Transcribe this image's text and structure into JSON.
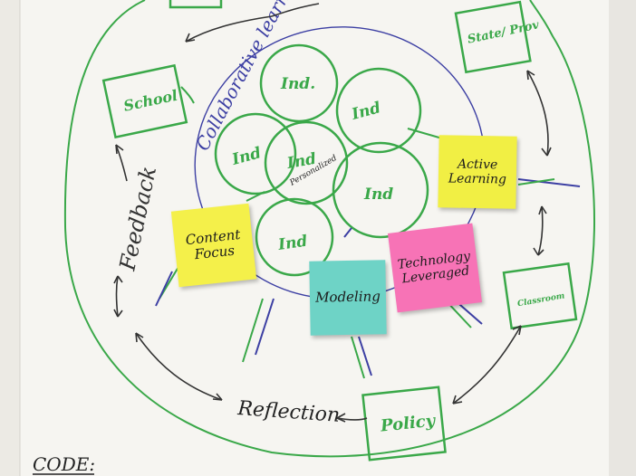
{
  "scene": {
    "description_colors": {
      "paper": "#f5f4f0",
      "green_marker": "#3aa849",
      "blue_marker": "#3c3fa3",
      "black_marker": "#222222"
    }
  },
  "labels": {
    "outer_left": "Feedback",
    "bottom": "Reflection",
    "space": "Collaborative learning space",
    "center": "Personalized",
    "code": "CODE:"
  },
  "boxes": {
    "school": "School",
    "state": "State/ Prov",
    "policy": "Policy",
    "classroom": "Classroom",
    "top_partial": ""
  },
  "circles": [
    "Ind.",
    "Ind",
    "Ind",
    "Ind",
    "Ind",
    "Ind"
  ],
  "notes": {
    "content": "Content\nFocus",
    "active": "Active\nLearning",
    "modeling": "Modeling",
    "technology": "Technology\nLeveraged"
  }
}
